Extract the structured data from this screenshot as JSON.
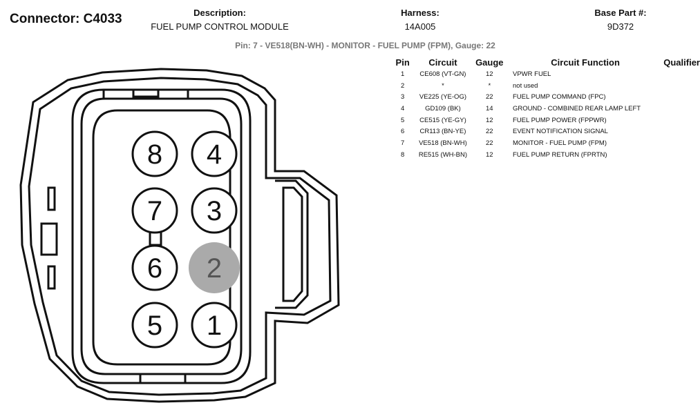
{
  "header": {
    "connector": "Connector: C4033",
    "description_label": "Description:",
    "description_value": "FUEL PUMP CONTROL MODULE",
    "harness_label": "Harness:",
    "harness_value": "14A005",
    "base_part_label": "Base Part #:",
    "base_part_value": "9D372"
  },
  "pin_summary": "Pin: 7 - VE518(BN-WH) - MONITOR - FUEL PUMP (FPM), Gauge: 22",
  "table": {
    "columns": [
      "Pin",
      "Circuit",
      "Gauge",
      "Circuit Function",
      "Qualifier"
    ],
    "rows": [
      {
        "pin": "1",
        "circuit": "CE608 (VT-GN)",
        "gauge": "12",
        "function": "VPWR FUEL",
        "qualifier": ""
      },
      {
        "pin": "2",
        "circuit": "*",
        "gauge": "*",
        "function": "not used",
        "qualifier": ""
      },
      {
        "pin": "3",
        "circuit": "VE225 (YE-OG)",
        "gauge": "22",
        "function": "FUEL PUMP COMMAND (FPC)",
        "qualifier": ""
      },
      {
        "pin": "4",
        "circuit": "GD109 (BK)",
        "gauge": "14",
        "function": "GROUND - COMBINED REAR LAMP LEFT",
        "qualifier": ""
      },
      {
        "pin": "5",
        "circuit": "CE515 (YE-GY)",
        "gauge": "12",
        "function": "FUEL PUMP POWER (FPPWR)",
        "qualifier": ""
      },
      {
        "pin": "6",
        "circuit": "CR113 (BN-YE)",
        "gauge": "22",
        "function": "EVENT NOTIFICATION SIGNAL",
        "qualifier": ""
      },
      {
        "pin": "7",
        "circuit": "VE518 (BN-WH)",
        "gauge": "22",
        "function": "MONITOR - FUEL PUMP (FPM)",
        "qualifier": ""
      },
      {
        "pin": "8",
        "circuit": "RE515 (WH-BN)",
        "gauge": "12",
        "function": "FUEL PUMP RETURN (FPRTN)",
        "qualifier": ""
      }
    ]
  },
  "diagram": {
    "pins": [
      {
        "label": "8",
        "state": "used"
      },
      {
        "label": "4",
        "state": "used"
      },
      {
        "label": "7",
        "state": "used"
      },
      {
        "label": "3",
        "state": "used"
      },
      {
        "label": "6",
        "state": "used"
      },
      {
        "label": "2",
        "state": "unused"
      },
      {
        "label": "5",
        "state": "used"
      },
      {
        "label": "1",
        "state": "used"
      }
    ],
    "colors": {
      "outline": "#111111",
      "unused_pin_fill": "#aaaaaa",
      "unused_pin_text": "#555555"
    }
  }
}
